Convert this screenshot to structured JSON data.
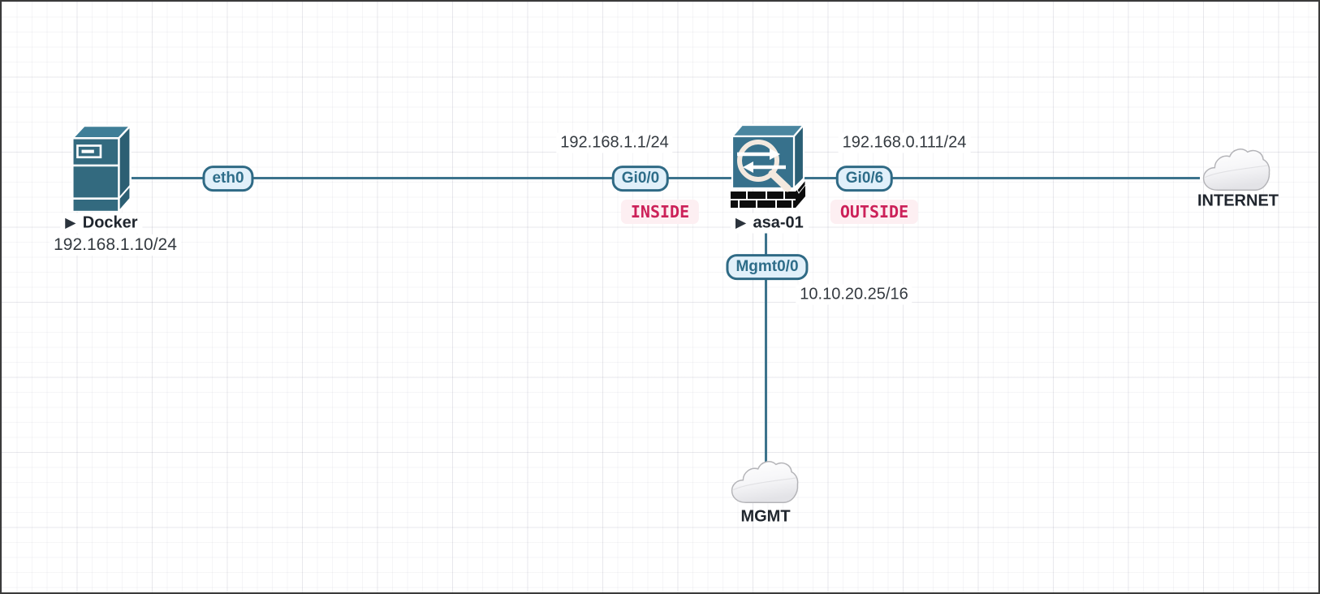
{
  "ui": {
    "running_marker": "▶"
  },
  "nodes": {
    "docker": {
      "name": "Docker",
      "ip": "192.168.1.10/24"
    },
    "asa": {
      "name": "asa-01"
    },
    "internet": {
      "name": "INTERNET"
    },
    "mgmt_cloud": {
      "name": "MGMT"
    }
  },
  "links": {
    "inside": {
      "iface_docker": "eth0",
      "iface_asa": "Gi0/0",
      "asa_ip": "192.168.1.1/24",
      "zone": "INSIDE"
    },
    "outside": {
      "iface_asa": "Gi0/6",
      "asa_ip": "192.168.0.111/24",
      "zone": "OUTSIDE"
    },
    "management": {
      "iface_asa": "Mgmt0/0",
      "asa_ip": "10.10.20.25/16"
    }
  },
  "colors": {
    "link": "#3c738c",
    "pill_fill": "#e1f0fa",
    "pill_border": "#2f6a85",
    "pill_text": "#2e6d89",
    "zone_text": "#cc2159",
    "zone_bg": "#fdeff2",
    "node_label": "#20262e",
    "ip_text": "#343a40"
  }
}
